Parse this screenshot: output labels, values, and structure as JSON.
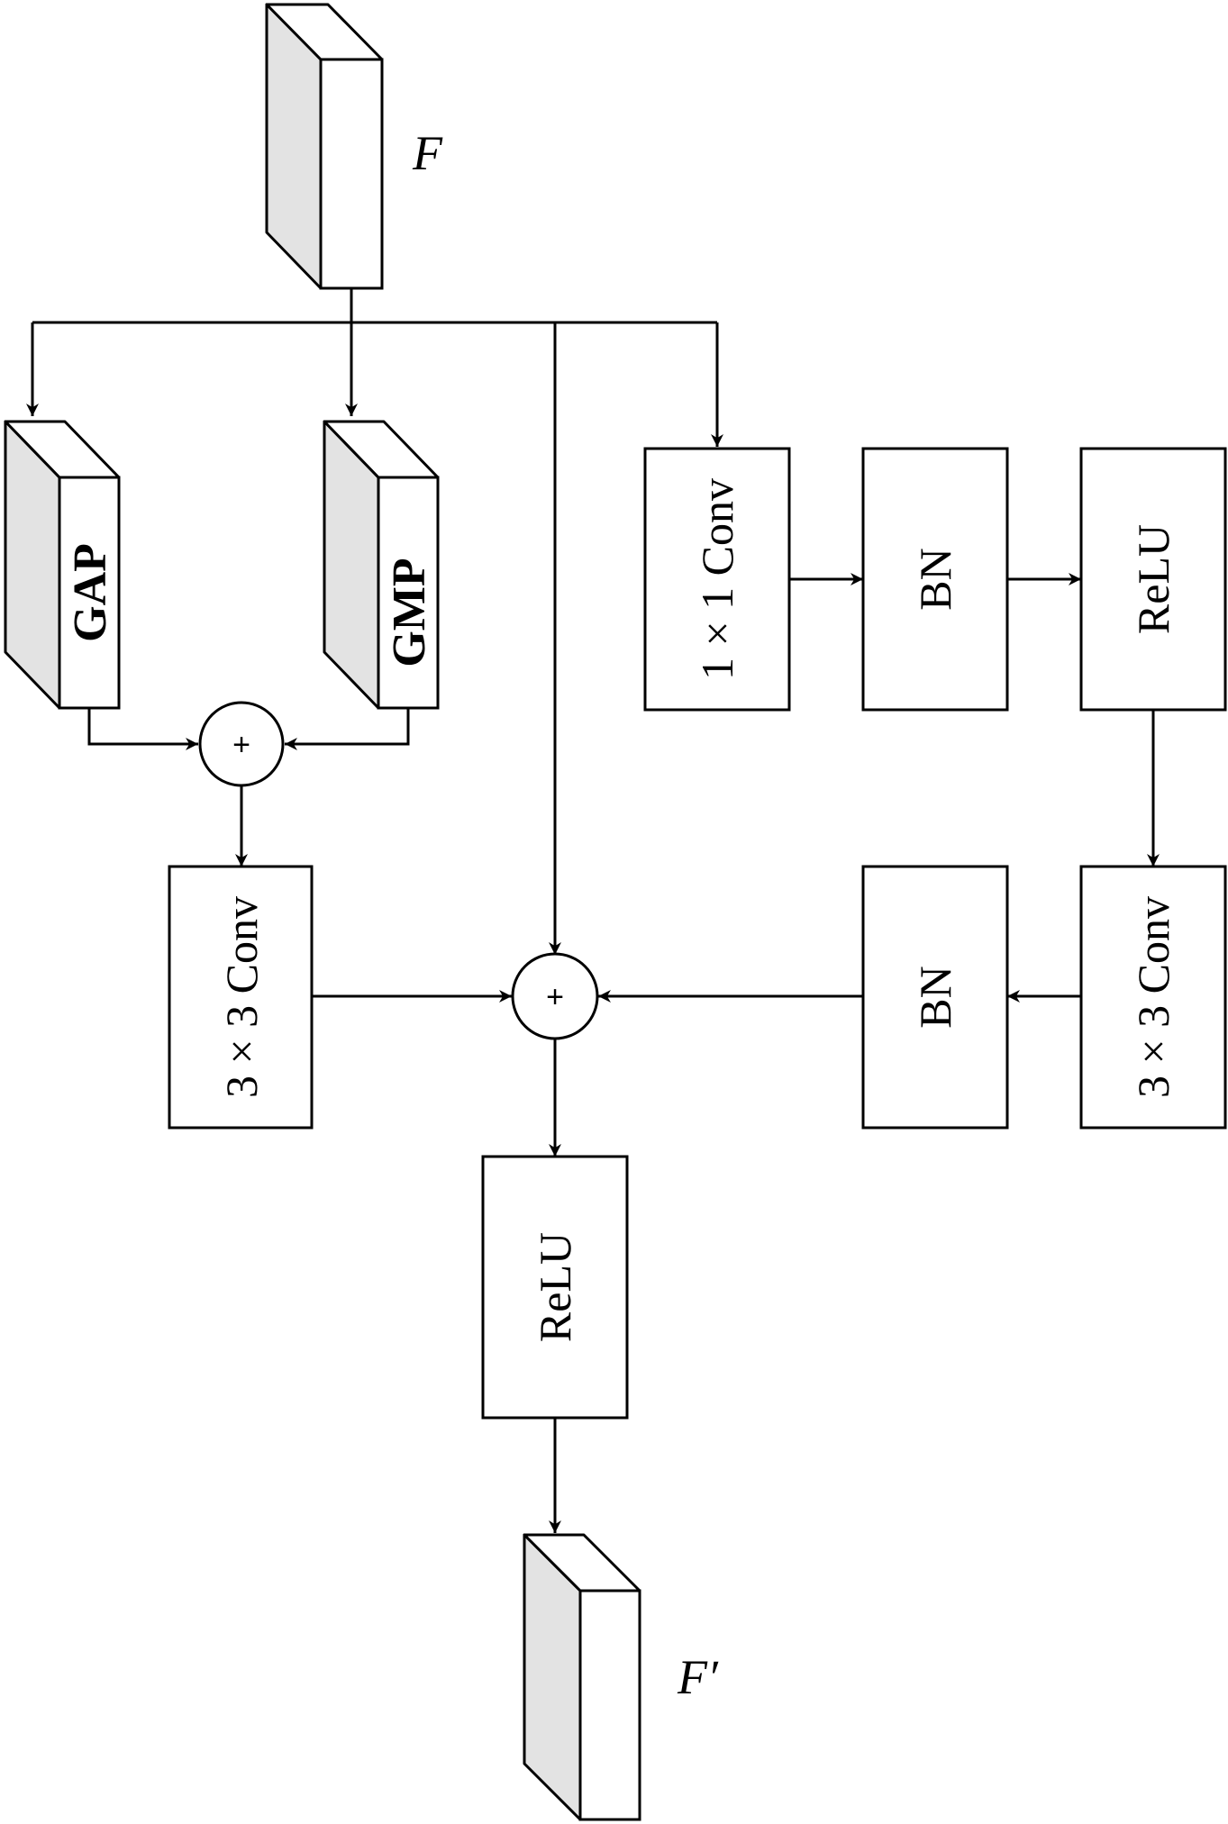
{
  "input_label": "F",
  "output_label": "F′",
  "gap_label": "GAP",
  "gmp_label": "GMP",
  "sum_symbol": "+",
  "conv1x1_label": "1 × 1 Conv",
  "bn_top_label": "BN",
  "relu_top_label": "ReLU",
  "conv3x3_right_label": "3 × 3 Conv",
  "bn_bottom_label": "BN",
  "conv3x3_left_label": "3 × 3 Conv",
  "relu_out_label": "ReLU",
  "colors": {
    "stroke": "#000000",
    "prism_side": "#e3e3e3",
    "background": "#ffffff"
  }
}
